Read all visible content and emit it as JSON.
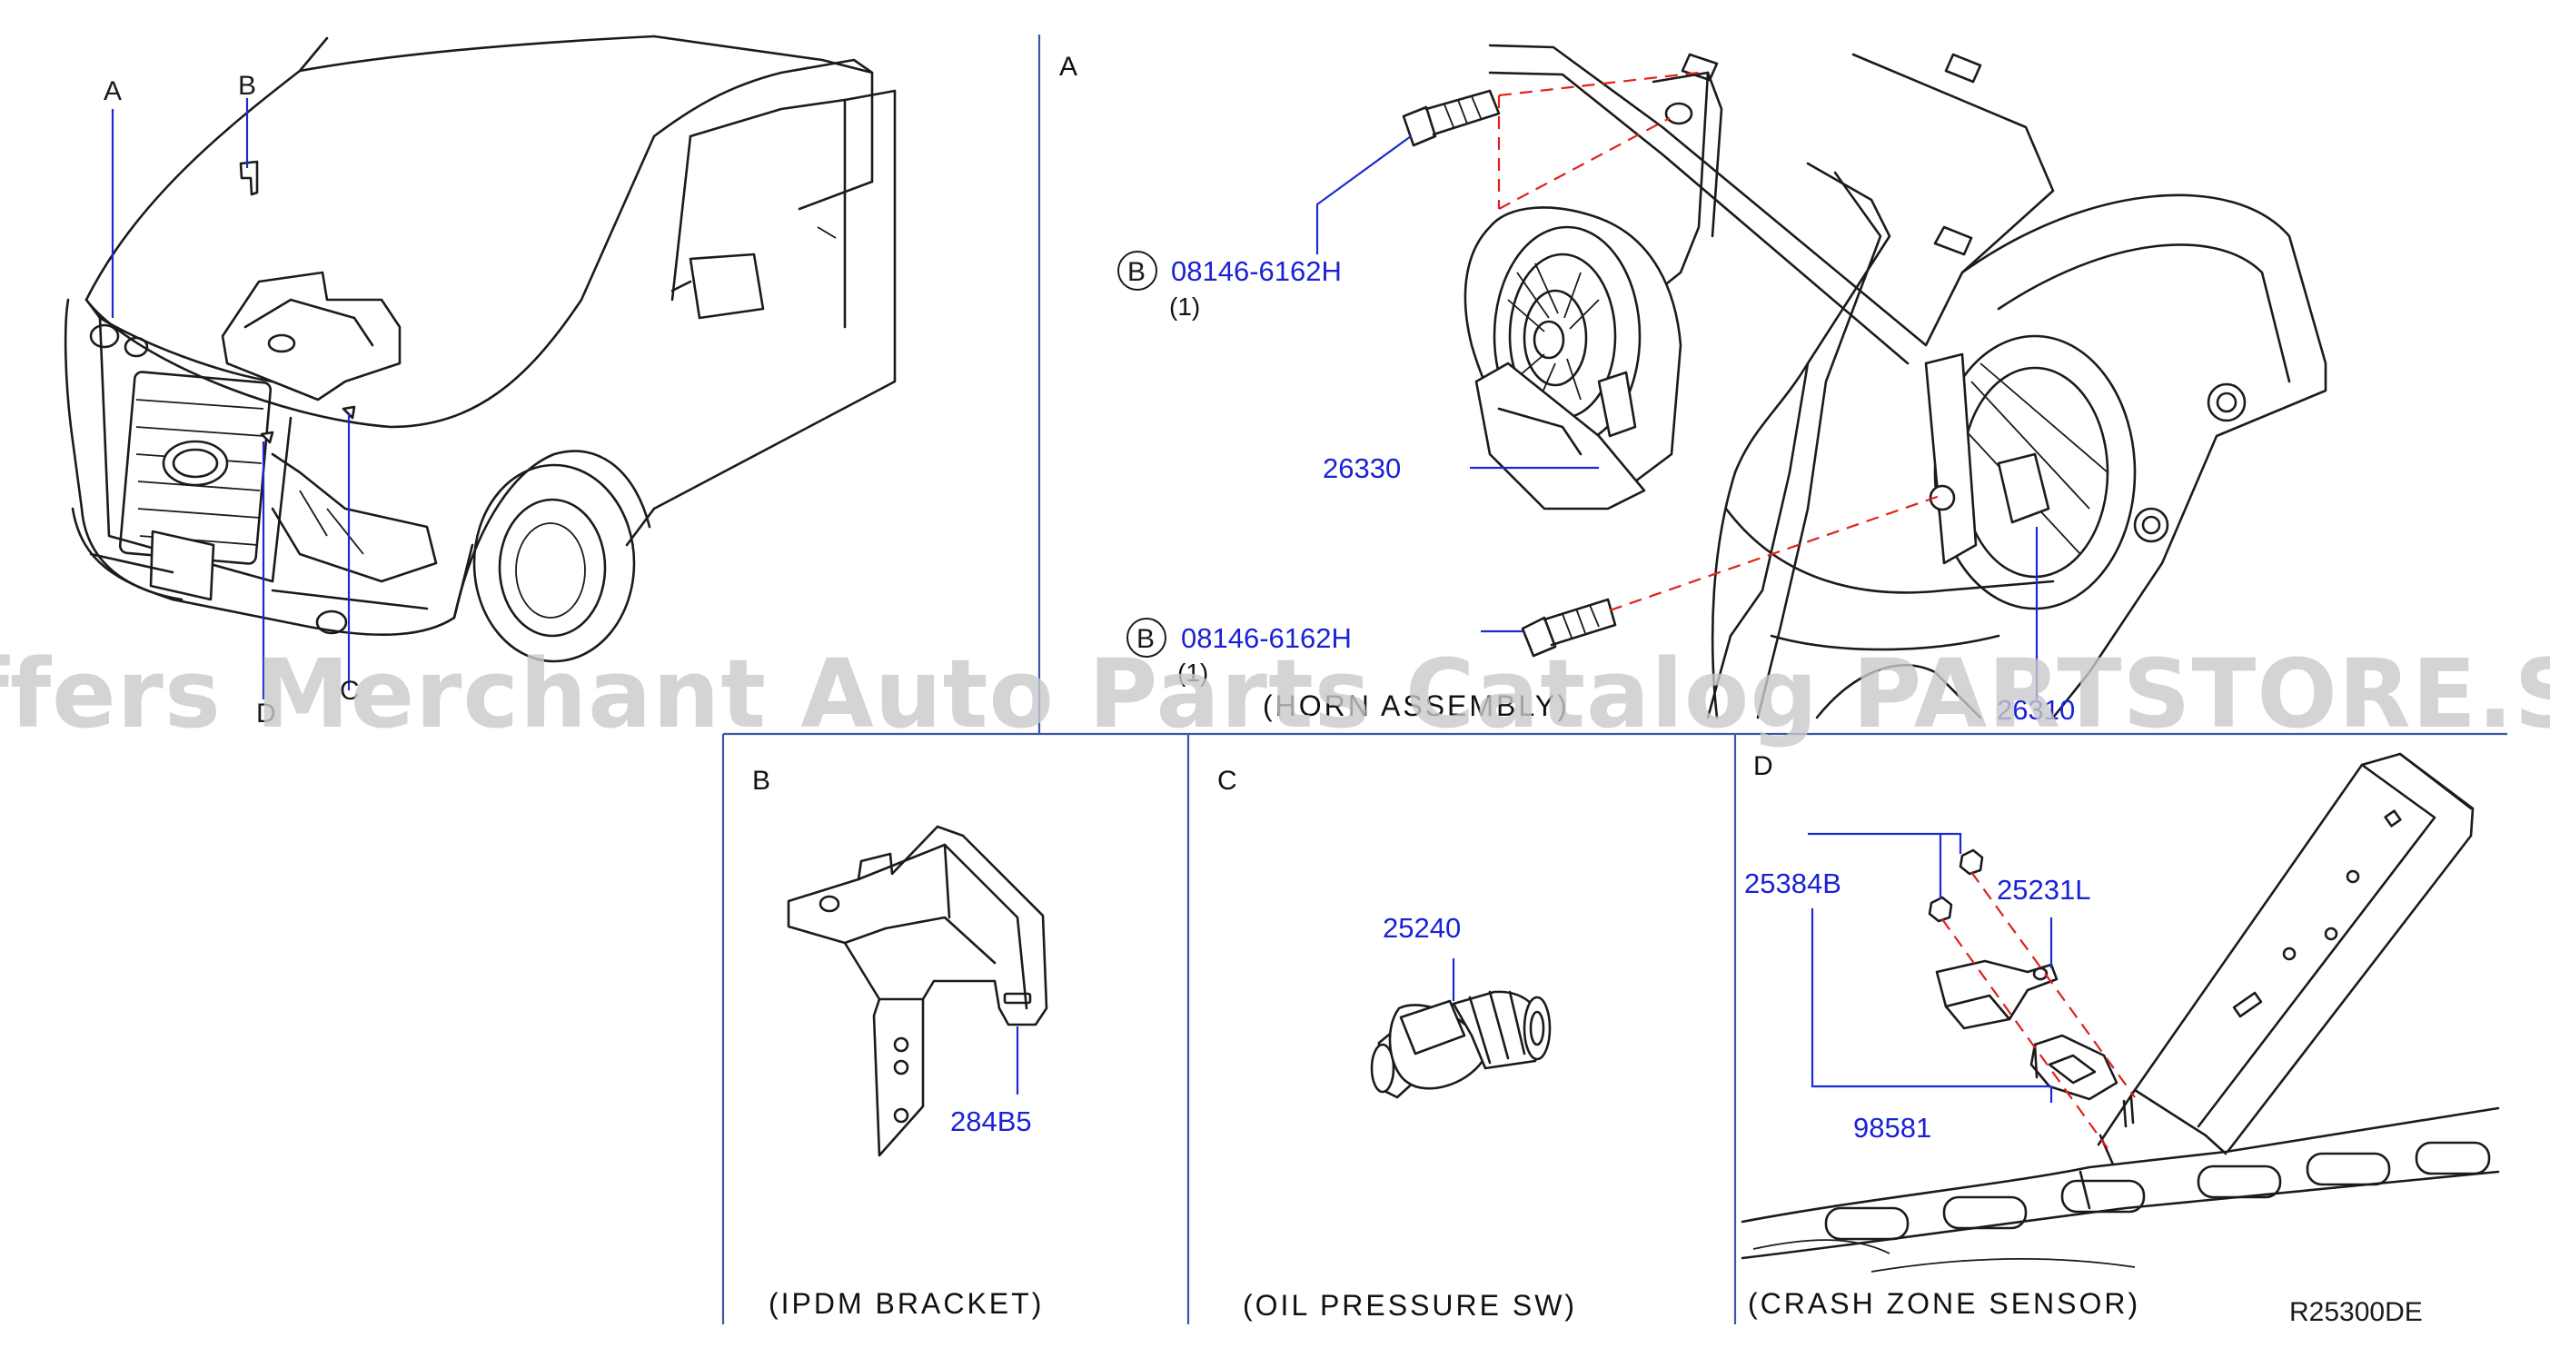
{
  "callouts": {
    "A": "A",
    "B": "B",
    "C": "C",
    "D": "D"
  },
  "sections": {
    "A": {
      "letter": "A",
      "caption": "(HORN ASSEMBLY)",
      "bolt_top": {
        "prefix": "B",
        "part": "08146-6162H",
        "qty": "(1)"
      },
      "bolt_bottom": {
        "prefix": "B",
        "part": "08146-6162H",
        "qty": "(1)"
      },
      "horn_high": "26330",
      "horn_low": "26310"
    },
    "B": {
      "letter": "B",
      "caption": "(IPDM BRACKET)",
      "part": "284B5"
    },
    "C": {
      "letter": "C",
      "caption": "(OIL PRESSURE SW)",
      "part": "25240"
    },
    "D": {
      "letter": "D",
      "caption": "(CRASH ZONE SENSOR)",
      "parts": {
        "nut": "25384B",
        "bracket": "25231L",
        "sensor": "98581"
      }
    }
  },
  "diagram_code": "R25300DE",
  "watermark": "Offers Merchant Auto Parts Catalog PARTSTORE.SA",
  "colors": {
    "part_number": "#1a22d6",
    "assembly_line": "#e0201c",
    "panel_border": "#3a57a8",
    "line_art": "#1b1b1b"
  }
}
